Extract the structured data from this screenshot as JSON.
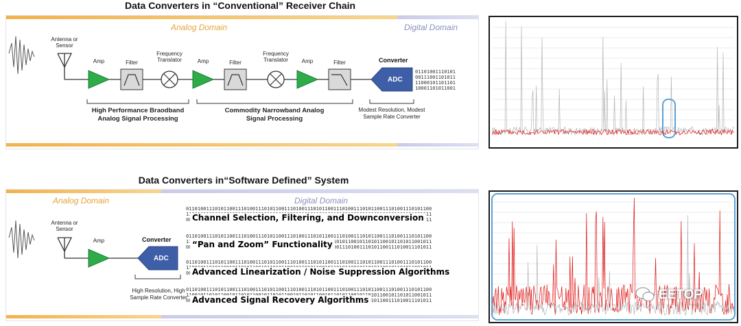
{
  "top": {
    "title": "Data Converters in “Conventional” Receiver Chain",
    "analog_domain": "Analog Domain",
    "digital_domain": "Digital Domain",
    "antenna_label": "Antenna or Sensor",
    "amp_label": "Amp",
    "filter_label": "Filter",
    "freq_translator_label": "Frequency Translator",
    "converter_label": "Converter",
    "adc_label": "ADC",
    "caption_broadband": "High Performance Braodband Analog Signal Processing",
    "caption_narrowband": "Commodity  Narrowband Analog Signal Processing",
    "caption_converter": "Modest Resolution, Modest Sample Rate Converter",
    "bitstream": "01101001110101\n00111001101011\n11000101101101\n10001101011001"
  },
  "bottom": {
    "title": "Data Converters in“Software Defined” System",
    "analog_domain": "Analog Domain",
    "digital_domain": "Digital Domain",
    "antenna_label": "Antenna or Sensor",
    "amp_label": "Amp",
    "converter_label": "Converter",
    "adc_label": "ADC",
    "caption_converter": "High Resolution, High Sample Rate Converter",
    "features": [
      "Channel Selection, Filtering, and Downconversion",
      "“Pan and Zoom” Functionality",
      "Advanced Linearization / Noise Suppression Algorithms",
      "Advanced Signal Recovery Algorithms"
    ],
    "bitstream": "0110100111010110011101001110101100111010011101011001110100111010110011101001110101100\n1100101101011001011010110010110101100101101011001011010110010110101100101101011001011\n0011101001110101100111010011101011001110100111010110011101001110101100111010011101011"
  },
  "watermark": "EETOP",
  "colors": {
    "analog_bar": "#f2b24e",
    "digital_bar": "#c9cbe9",
    "amp": "#2eac4a",
    "adc": "#3f5ea8",
    "highlight": "#5aa0d6",
    "spectrum_gray": "#b4b4b4",
    "spectrum_red": "#e01010"
  }
}
